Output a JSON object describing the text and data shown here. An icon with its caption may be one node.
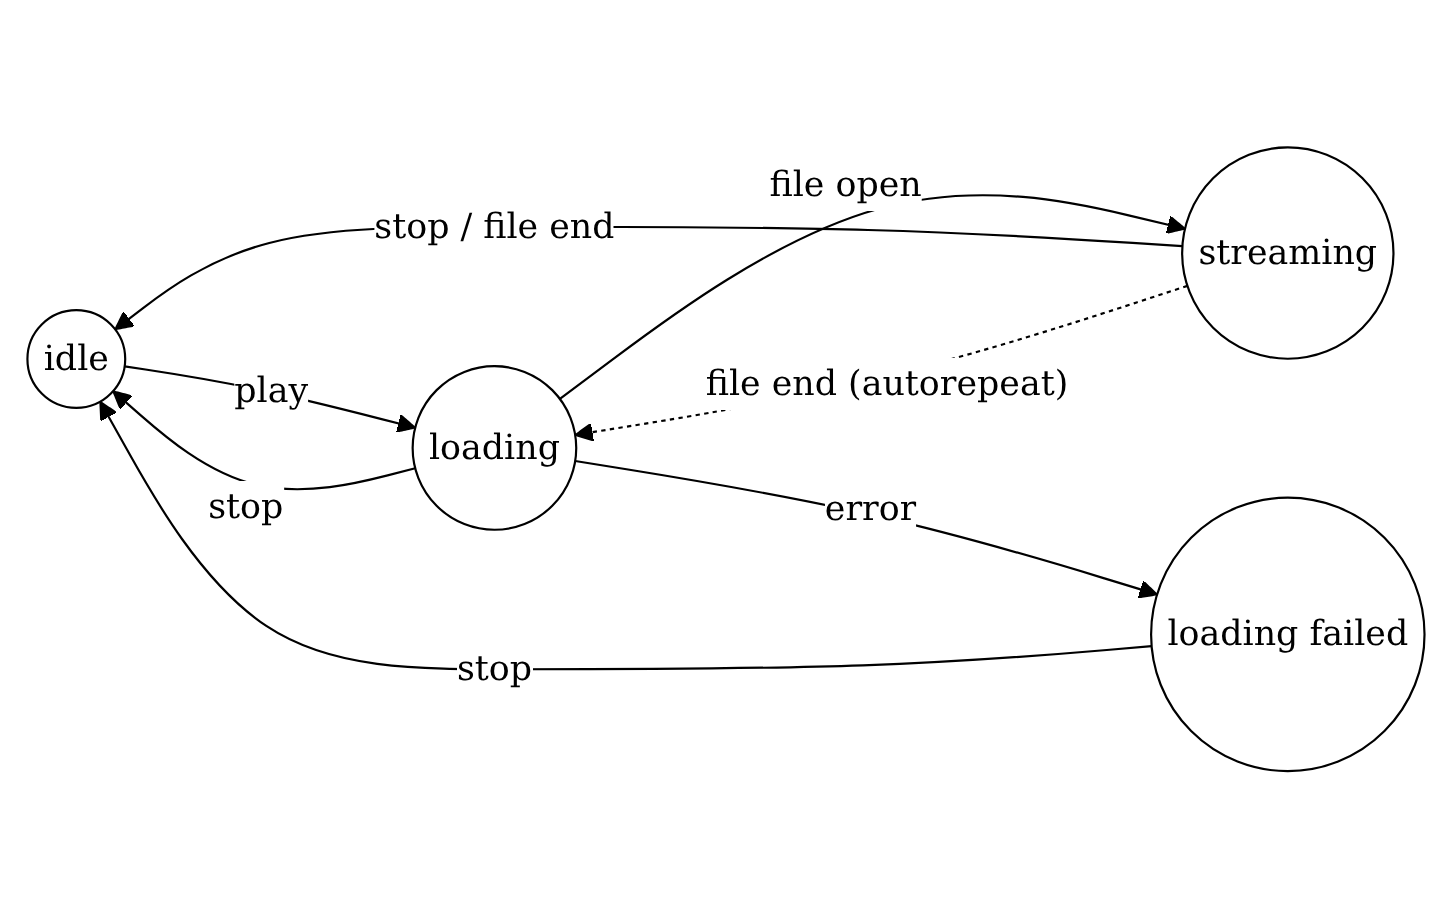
{
  "diagram": {
    "nodes": [
      {
        "text": [
          "idle"
        ]
      },
      {
        "text": [
          "loading"
        ]
      },
      {
        "text": [
          "streaming"
        ]
      },
      {
        "text": [
          "loading failed"
        ]
      }
    ],
    "edges": [
      {
        "from": 2,
        "to": 0,
        "arrow": "to",
        "label": "stop / file end"
      },
      {
        "from": 1,
        "to": 0,
        "arrow": "to",
        "label": "stop"
      },
      {
        "from": 0,
        "to": 1,
        "arrow": "to",
        "label": "play"
      },
      {
        "from": 1,
        "to": 2,
        "arrow": "to",
        "label": "file open"
      },
      {
        "from": 2,
        "to": 1,
        "arrow": "to",
        "label": "file end (autorepeat)",
        "style": "dashed"
      },
      {
        "from": 1,
        "to": 3,
        "arrow": "to",
        "label": "error"
      },
      {
        "from": 3,
        "to": 0,
        "arrow": "to",
        "label": "stop"
      }
    ]
  }
}
